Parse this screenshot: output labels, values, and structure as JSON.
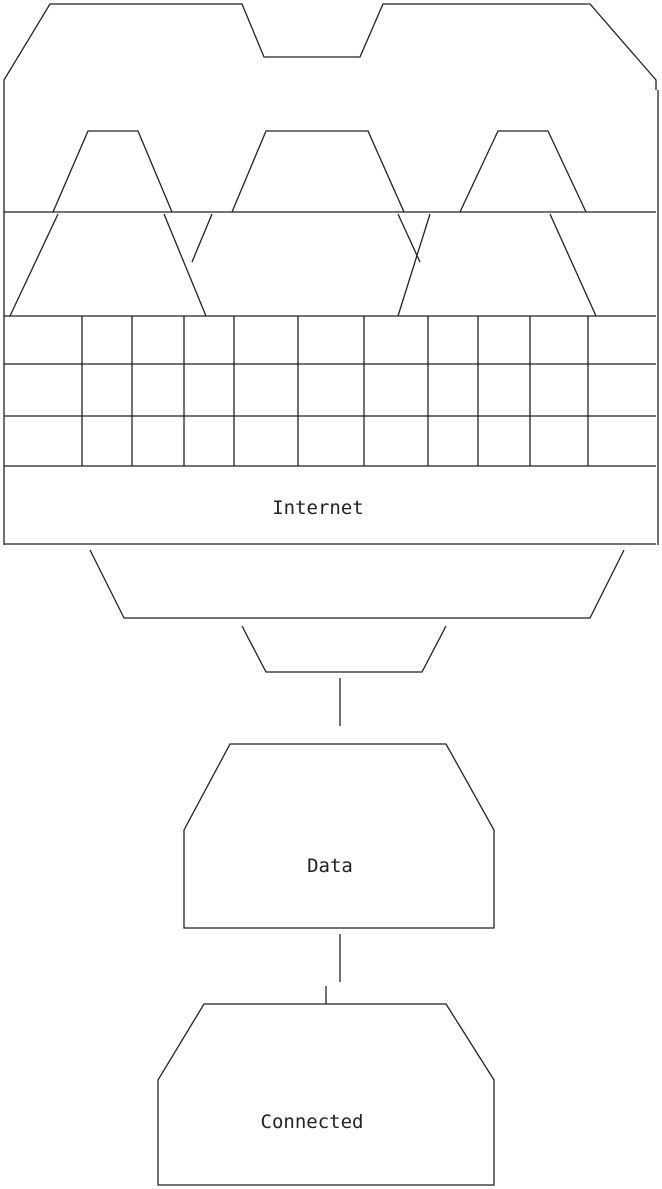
{
  "diagram": {
    "nodes": [
      {
        "id": "internet",
        "label": "Internet"
      },
      {
        "id": "data",
        "label": "Data"
      },
      {
        "id": "connected",
        "label": "Connected"
      }
    ],
    "edges": [
      {
        "from": "internet",
        "to": "data"
      },
      {
        "from": "data",
        "to": "connected"
      }
    ],
    "colors": {
      "line": "#222222",
      "background": "#ffffff"
    }
  }
}
